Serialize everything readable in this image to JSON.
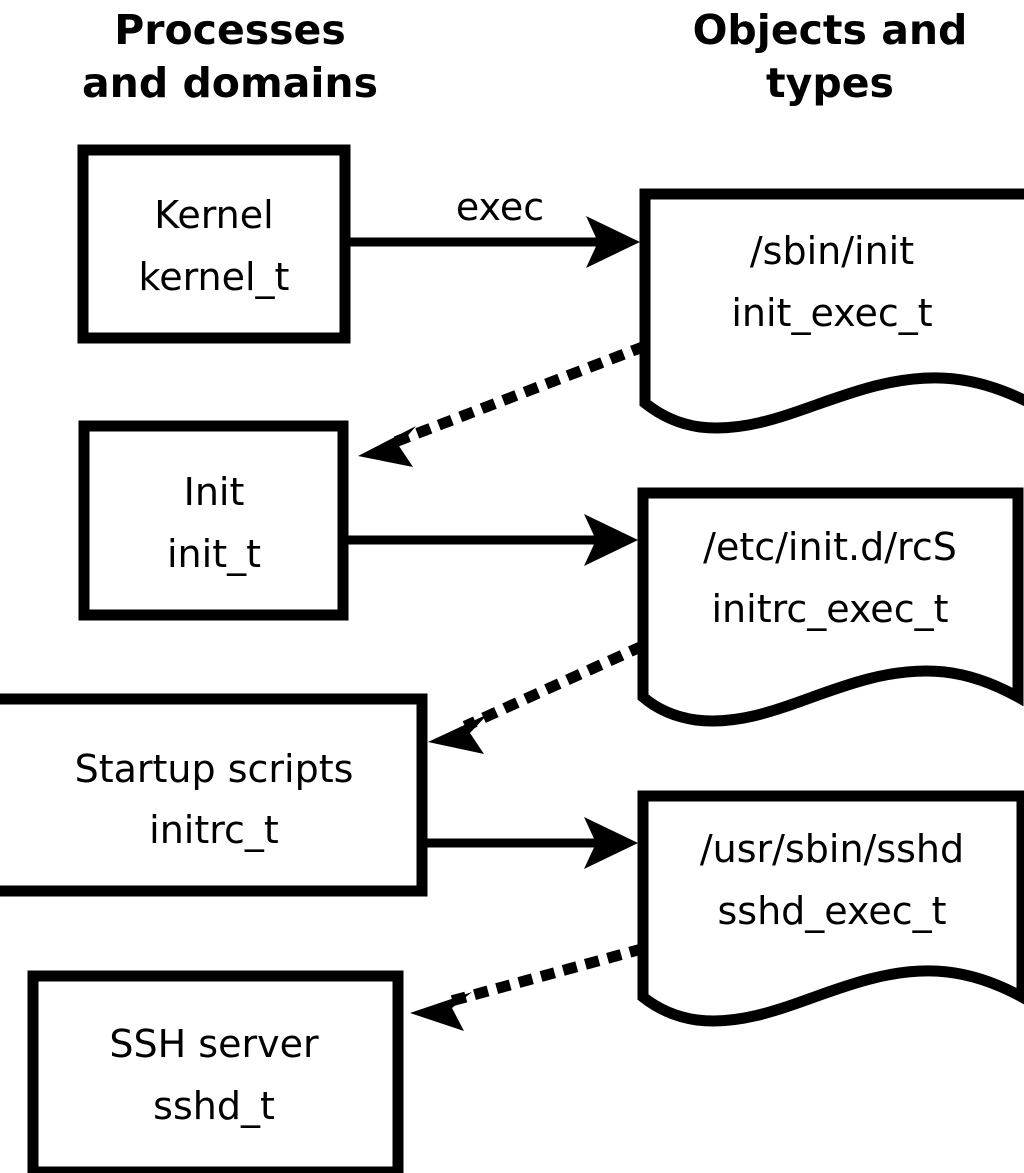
{
  "diagram": {
    "title_left": "Processes\nand domains",
    "columns": {
      "left": {
        "header_line1": "Processes",
        "header_line2": "and domains"
      },
      "right": {
        "header_line1": "Objects and",
        "header_line2": "types"
      }
    },
    "process_nodes": [
      {
        "id": "kernel",
        "line1": "Kernel",
        "line2": "kernel_t"
      },
      {
        "id": "init",
        "line1": "Init",
        "line2": "init_t"
      },
      {
        "id": "initrc",
        "line1": "Startup scripts",
        "line2": "initrc_t"
      },
      {
        "id": "sshd",
        "line1": "SSH server",
        "line2": "sshd_t"
      }
    ],
    "object_nodes": [
      {
        "id": "init_exec",
        "line1": "/sbin/init",
        "line2": "init_exec_t"
      },
      {
        "id": "initrc_exec",
        "line1": "/etc/init.d/rcS",
        "line2": "initrc_exec_t"
      },
      {
        "id": "sshd_exec",
        "line1": "/usr/sbin/sshd",
        "line2": "sshd_exec_t"
      }
    ],
    "edges": [
      {
        "id": "kernel-exec-init_exec",
        "label": "exec",
        "style": "solid",
        "from": "kernel",
        "to": "init_exec"
      },
      {
        "id": "init_exec-transition-init",
        "label": "",
        "style": "dotted",
        "from": "init_exec",
        "to": "init"
      },
      {
        "id": "init-exec-initrc_exec",
        "label": "",
        "style": "solid",
        "from": "init",
        "to": "initrc_exec"
      },
      {
        "id": "initrc_exec-transition-initrc",
        "label": "",
        "style": "dotted",
        "from": "initrc_exec",
        "to": "initrc"
      },
      {
        "id": "initrc-exec-sshd_exec",
        "label": "",
        "style": "solid",
        "from": "initrc",
        "to": "sshd_exec"
      },
      {
        "id": "sshd_exec-transition-sshd",
        "label": "",
        "style": "dotted",
        "from": "sshd_exec",
        "to": "sshd"
      }
    ],
    "colors": {
      "background": "#ffffff",
      "stroke": "#000000",
      "text": "#000000"
    }
  }
}
